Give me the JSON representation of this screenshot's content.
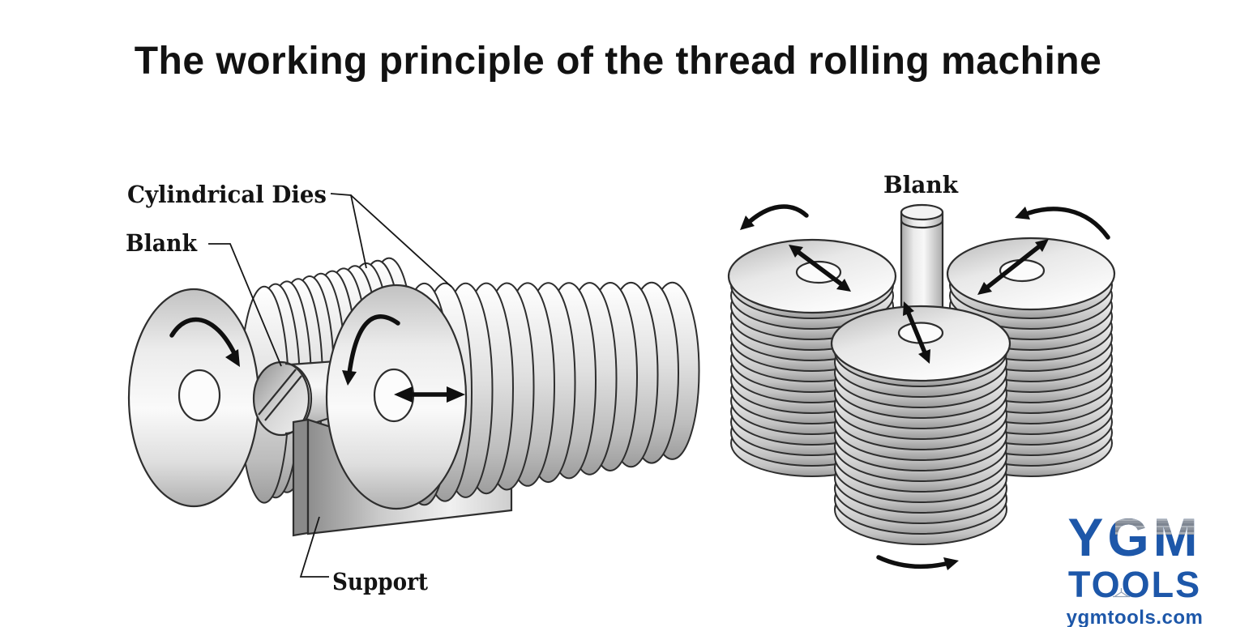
{
  "title": "The working principle of the thread rolling machine",
  "left_diagram": {
    "labels": {
      "cylindrical_dies": "Cylindrical Dies",
      "blank": "Blank",
      "support": "Support"
    }
  },
  "right_diagram": {
    "labels": {
      "blank": "Blank"
    }
  },
  "logo": {
    "name": "YGM",
    "tools": "TOOLS",
    "url": "ygmtools.com"
  },
  "colors": {
    "background": "#ffffff",
    "ink": "#141414",
    "outline": "#2e2e2e",
    "metal_light": "#f8f8f8",
    "metal_mid": "#d9d9d9",
    "metal_dark": "#9a9a9a",
    "logo_blue": "#1d57a9",
    "logo_orange": "#f2921d"
  },
  "icons": {
    "rotation_arrows": "curved-arrow",
    "feed_arrows": "double-headed-arrow"
  }
}
